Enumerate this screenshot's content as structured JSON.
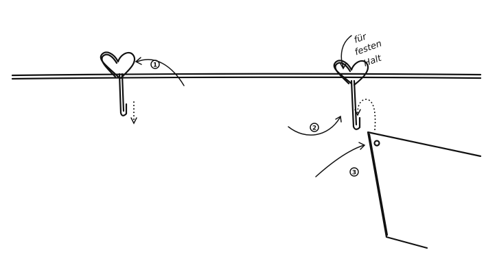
{
  "annotation": {
    "line1": "für",
    "line2": "festen",
    "line3": "Halt"
  },
  "steps": [
    "1",
    "2",
    "3"
  ]
}
